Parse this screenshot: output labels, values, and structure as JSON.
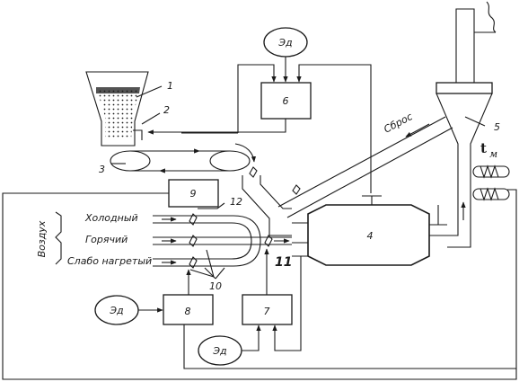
{
  "blocks": {
    "b6": "6",
    "b9": "9",
    "b8": "8",
    "b7": "7",
    "b4": "4"
  },
  "labels": {
    "n1": "1",
    "n2": "2",
    "n3": "3",
    "n5": "5",
    "n10": "10",
    "n11": "11",
    "n12": "12"
  },
  "drives": {
    "top": "Эд",
    "left": "Эд",
    "bottom": "Эд"
  },
  "air": {
    "group_label": "Воздух",
    "cold": "Холодный",
    "hot": "Горячий",
    "warm": "Слабо нагретый"
  },
  "discharge": "Сброс",
  "temperature": {
    "symbol": "t",
    "subscript": "м"
  }
}
